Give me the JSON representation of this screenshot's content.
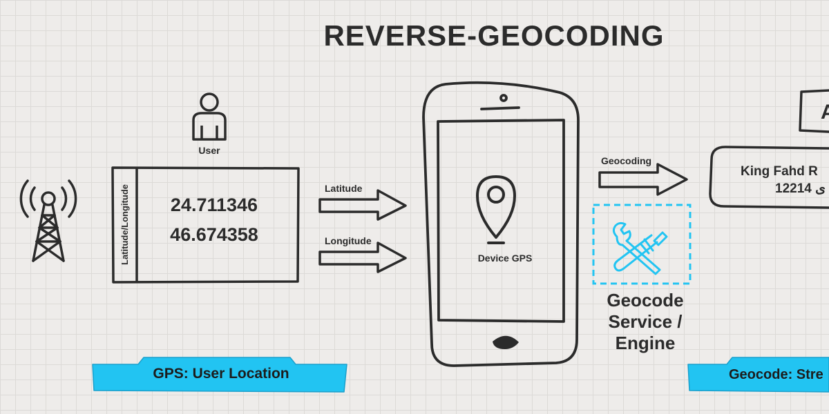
{
  "title": "REVERSE-GEOCODING",
  "user": {
    "label": "User"
  },
  "coords_box": {
    "side_label": "Latitude/Longitude",
    "latitude": "24.711346",
    "longitude": "46.674358"
  },
  "arrows": {
    "latitude": "Latitude",
    "longitude": "Longitude",
    "geocoding": "Geocoding"
  },
  "phone": {
    "label": "Device GPS"
  },
  "service": {
    "label_lines": [
      "Geocode",
      "Service /",
      "Engine"
    ]
  },
  "address": {
    "header": "A",
    "line1": "King Fahd R",
    "line2": "12214 ى"
  },
  "ribbons": {
    "left": "GPS: User Location",
    "right": "Geocode: Stre"
  },
  "colors": {
    "accent": "#22c4f2",
    "stroke": "#2b2b2b",
    "background": "#eeecea"
  },
  "icons": [
    "radio-tower-icon",
    "user-icon",
    "location-pin-icon",
    "wrench-hammer-icon"
  ]
}
